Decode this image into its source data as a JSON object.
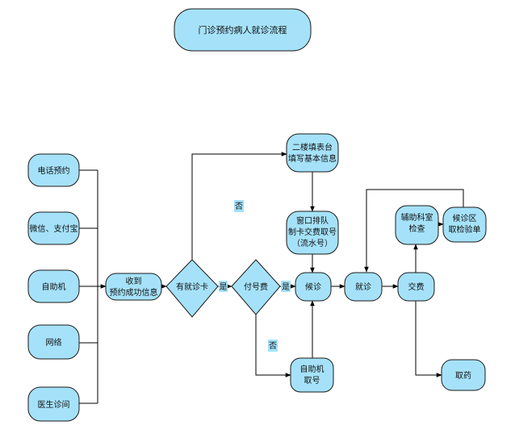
{
  "title": "门诊预约病人就诊流程",
  "colors": {
    "node_fill": "#a5e2fa",
    "stroke": "#1a1a1a"
  },
  "nodes": {
    "phone": "电话预约",
    "wechat": "微信、支付宝",
    "kiosk": "自助机",
    "web": "网络",
    "doctor": "医生诊间",
    "received": [
      "收到",
      "预约成功信息"
    ],
    "has_card": "有就诊卡",
    "paid": "付号费",
    "floor2": [
      "二楼填表台",
      "填写基本信息"
    ],
    "window": [
      "窗口排队",
      "制卡交费取号",
      "（流水号）"
    ],
    "kiosk_ticket": [
      "自助机",
      "取号"
    ],
    "wait": "候诊",
    "consult": "就诊",
    "pay": "交费",
    "exam": [
      "辅助科室",
      "检查"
    ],
    "result": [
      "候诊区",
      "取检验单"
    ],
    "medicine": "取药"
  },
  "edge_labels": {
    "yes1": "是",
    "yes2": "是",
    "no1": "否",
    "no2": "否"
  }
}
